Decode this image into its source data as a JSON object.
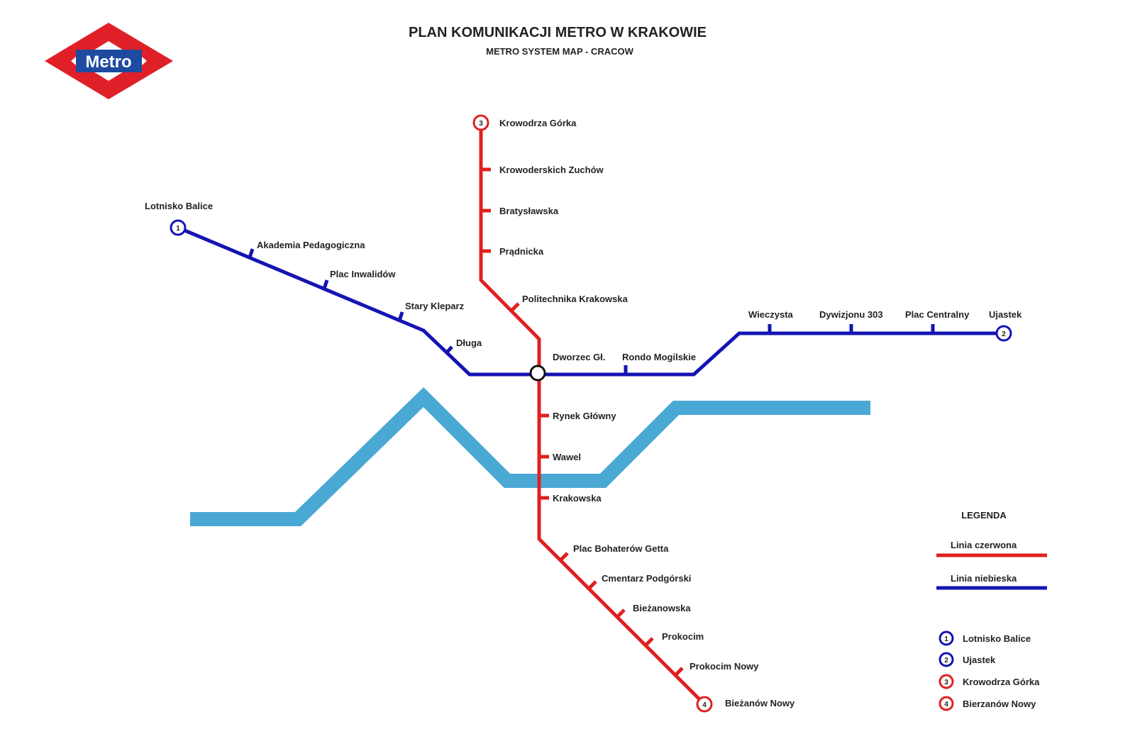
{
  "logo": {
    "text": "Metro"
  },
  "header": {
    "title": "PLAN KOMUNIKACJI METRO W KRAKOWIE",
    "subtitle": "METRO SYSTEM MAP - CRACOW"
  },
  "colors": {
    "red_line": "#e02020",
    "blue_line": "#1414b4",
    "river": "#4aa8d4"
  },
  "red_line": {
    "stations": [
      "Krowodrza Górka",
      "Krowoderskich Zuchów",
      "Bratysławska",
      "Prądnicka",
      "Politechnika Krakowska",
      "Rynek Główny",
      "Wawel",
      "Krakowska",
      "Plac Bohaterów Getta",
      "Cmentarz Podgórski",
      "Bieżanowska",
      "Prokocim",
      "Prokocim Nowy",
      "Bieżanów Nowy"
    ],
    "terminal_numbers": [
      "3",
      "4"
    ]
  },
  "blue_line": {
    "stations": [
      "Lotnisko Balice",
      "Akademia Pedagogiczna",
      "Plac Inwalidów",
      "Stary Kleparz",
      "Długa",
      "Rondo Mogilskie",
      "Wieczysta",
      "Dywizjonu 303",
      "Plac Centralny",
      "Ujastek"
    ],
    "terminal_numbers": [
      "1",
      "2"
    ]
  },
  "interchange": "Dworzec Gł.",
  "legend": {
    "title": "LEGENDA",
    "lines": [
      "Linia czerwona",
      "Linia niebieska"
    ],
    "terminals": [
      {
        "num": "1",
        "label": "Lotnisko Balice"
      },
      {
        "num": "2",
        "label": "Ujastek"
      },
      {
        "num": "3",
        "label": "Krowodrza Górka"
      },
      {
        "num": "4",
        "label": "Bierzanów Nowy"
      }
    ]
  }
}
